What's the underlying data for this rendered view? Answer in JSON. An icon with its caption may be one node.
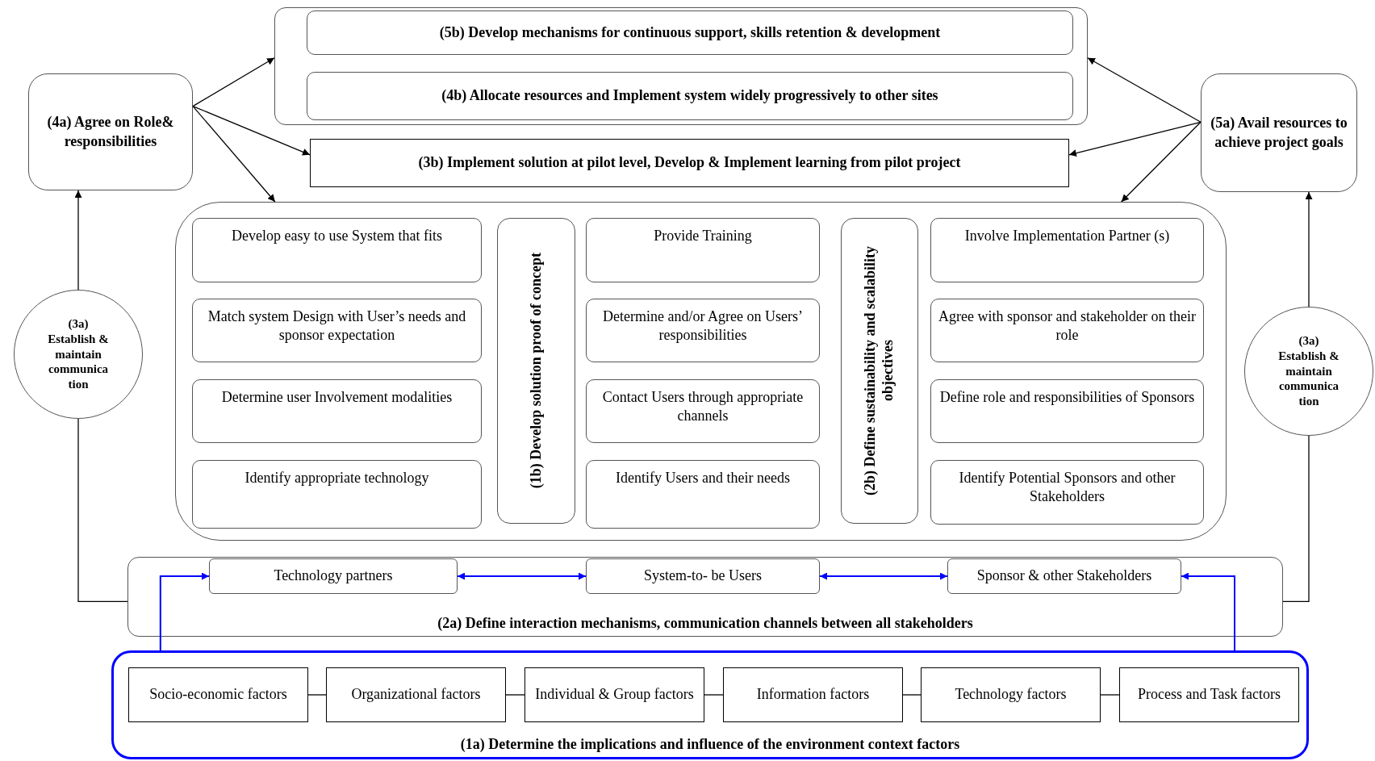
{
  "diagram": {
    "nodes": [
      {
        "text": [],
        "shape": "box"
      },
      {
        "text": [
          "(5b) Develop mechanisms for continuous support, skills retention & development"
        ],
        "in": 0
      },
      {
        "text": [
          "(4b) Allocate resources and Implement system widely progressively to other sites"
        ],
        "in": 0
      },
      {
        "text": [
          "(4a) Agree on Role& responsibilities"
        ]
      },
      {
        "text": [
          "(5a) Avail resources to achieve project goals"
        ]
      },
      {
        "text": [
          "(3b) Implement solution at pilot level, Develop & Implement learning from pilot project"
        ]
      },
      {
        "text": [],
        "shape": "box"
      },
      {
        "text": [
          "Develop easy to use System that fits"
        ],
        "in": 6
      },
      {
        "text": [
          "Match system Design with User’s needs and sponsor expectation"
        ],
        "in": 6
      },
      {
        "text": [
          "Determine user Involvement modalities"
        ],
        "in": 6
      },
      {
        "text": [
          "Identify appropriate technology"
        ],
        "in": 6
      },
      {
        "text": [
          "(1b) Develop solution proof of concept"
        ],
        "in": 6
      },
      {
        "text": [
          "Provide Training"
        ],
        "in": 6
      },
      {
        "text": [
          "Determine and/or Agree on Users’ responsibilities"
        ],
        "in": 6
      },
      {
        "text": [
          "Contact Users through appropriate channels"
        ],
        "in": 6
      },
      {
        "text": [
          "Identify Users and their needs"
        ],
        "in": 6
      },
      {
        "text": [
          "(2b) Define sustainability and scalability objectives"
        ],
        "in": 6
      },
      {
        "text": [
          "Involve Implementation Partner (s)"
        ],
        "in": 6
      },
      {
        "text": [
          "Agree with sponsor and stakeholder on their role"
        ],
        "in": 6
      },
      {
        "text": [
          "Define role and responsibilities of Sponsors"
        ],
        "in": 6
      },
      {
        "text": [
          "Identify Potential Sponsors and other Stakeholders"
        ],
        "in": 6
      },
      {
        "text": [
          "(3a) Establish & maintain communica tion"
        ]
      },
      {
        "text": [
          "(3a) Establish & maintain communica tion"
        ]
      },
      {
        "text": [
          "(2a) Define interaction mechanisms, communication channels between all stakeholders"
        ]
      },
      {
        "text": [
          "Technology partners"
        ],
        "in": 23
      },
      {
        "text": [
          "System-to- be Users"
        ],
        "in": 23
      },
      {
        "text": [
          "Sponsor & other Stakeholders"
        ],
        "in": 23
      },
      {
        "text": [
          "(1a) Determine the implications and influence of the environment context factors"
        ]
      },
      {
        "text": [
          "Socio-economic factors"
        ],
        "in": 27
      },
      {
        "text": [
          "Organizational factors"
        ],
        "in": 27
      },
      {
        "text": [
          "Individual & Group factors"
        ],
        "in": 27
      },
      {
        "text": [
          "Information factors"
        ],
        "in": 27
      },
      {
        "text": [
          "Technology factors"
        ],
        "in": 27
      },
      {
        "text": [
          "Process and Task factors"
        ],
        "in": 27
      }
    ],
    "edges": [
      {
        "from": 3,
        "to": 0,
        "arrow": "to"
      },
      {
        "from": 3,
        "to": 5,
        "arrow": "to"
      },
      {
        "from": 3,
        "to": 6,
        "arrow": "to"
      },
      {
        "from": 4,
        "to": 0,
        "arrow": "to"
      },
      {
        "from": 4,
        "to": 5,
        "arrow": "to"
      },
      {
        "from": 4,
        "to": 6,
        "arrow": "to"
      },
      {
        "from": 23,
        "to": 21,
        "arrow": "none"
      },
      {
        "from": 21,
        "to": 3,
        "arrow": "to"
      },
      {
        "from": 23,
        "to": 22,
        "arrow": "none"
      },
      {
        "from": 22,
        "to": 4,
        "arrow": "to"
      },
      {
        "from": 27,
        "to": 24,
        "arrow": "to",
        "color": "#0000ff"
      },
      {
        "from": 24,
        "to": 25,
        "arrow": "both",
        "color": "#0000ff"
      },
      {
        "from": 25,
        "to": 26,
        "arrow": "both",
        "color": "#0000ff"
      },
      {
        "from": 27,
        "to": 26,
        "arrow": "to",
        "color": "#0000ff"
      },
      {
        "from": 28,
        "to": 29,
        "arrow": "none"
      },
      {
        "from": 29,
        "to": 30,
        "arrow": "none"
      },
      {
        "from": 30,
        "to": 31,
        "arrow": "none"
      },
      {
        "from": 31,
        "to": 32,
        "arrow": "none"
      },
      {
        "from": 32,
        "to": 33,
        "arrow": "none"
      }
    ]
  }
}
